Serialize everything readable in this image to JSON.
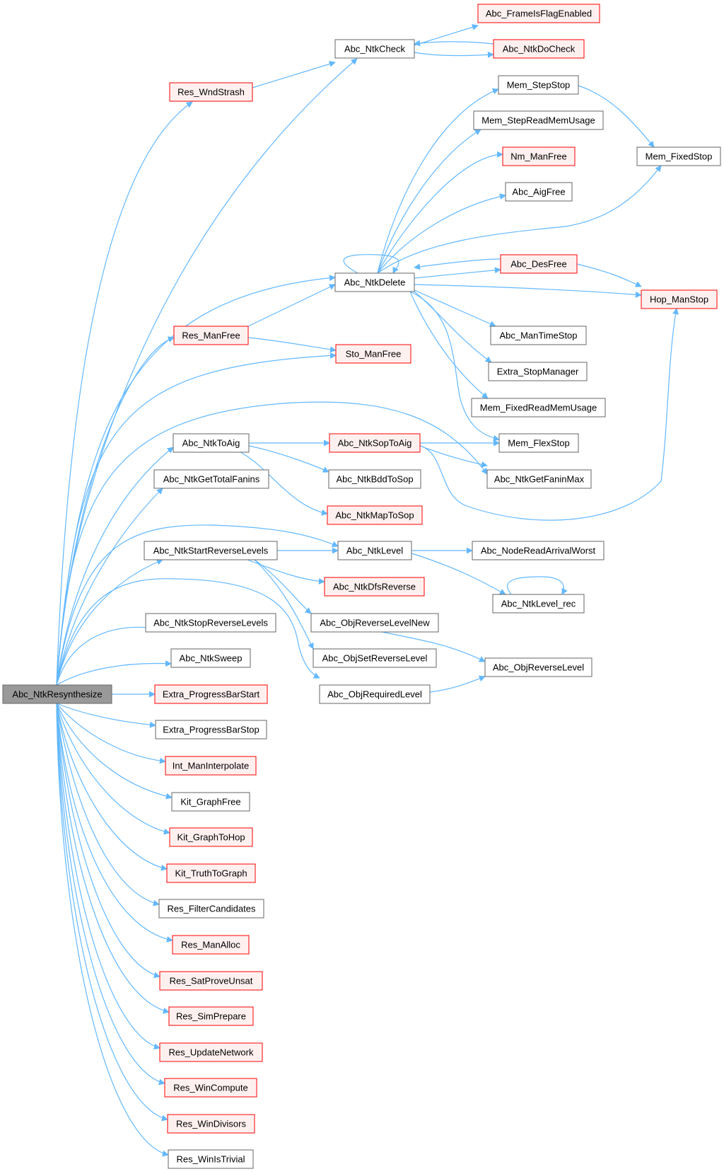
{
  "colors": {
    "edge": "#63b8ff",
    "root_fill": "#999999",
    "root_border": "#666666",
    "plain_fill": "#ffffff",
    "plain_border": "#666666",
    "red_fill": "#fff0f0",
    "red_border": "#ff0000"
  },
  "nodes": [
    {
      "id": "Abc_NtkResynthesize",
      "label": "Abc_NtkResynthesize",
      "style": "root"
    },
    {
      "id": "Abc_FrameIsFlagEnabled",
      "label": "Abc_FrameIsFlagEnabled",
      "style": "red"
    },
    {
      "id": "Abc_NtkCheck",
      "label": "Abc_NtkCheck",
      "style": "plain"
    },
    {
      "id": "Abc_NtkDoCheck",
      "label": "Abc_NtkDoCheck",
      "style": "red"
    },
    {
      "id": "Res_WndStrash",
      "label": "Res_WndStrash",
      "style": "red"
    },
    {
      "id": "Mem_StepStop",
      "label": "Mem_StepStop",
      "style": "plain"
    },
    {
      "id": "Mem_StepReadMemUsage",
      "label": "Mem_StepReadMemUsage",
      "style": "plain"
    },
    {
      "id": "Mem_FixedStop",
      "label": "Mem_FixedStop",
      "style": "plain"
    },
    {
      "id": "Nm_ManFree",
      "label": "Nm_ManFree",
      "style": "red"
    },
    {
      "id": "Abc_AigFree",
      "label": "Abc_AigFree",
      "style": "plain"
    },
    {
      "id": "Abc_DesFree",
      "label": "Abc_DesFree",
      "style": "red"
    },
    {
      "id": "Abc_NtkDelete",
      "label": "Abc_NtkDelete",
      "style": "plain"
    },
    {
      "id": "Hop_ManStop",
      "label": "Hop_ManStop",
      "style": "red"
    },
    {
      "id": "Res_ManFree",
      "label": "Res_ManFree",
      "style": "red"
    },
    {
      "id": "Abc_ManTimeStop",
      "label": "Abc_ManTimeStop",
      "style": "plain"
    },
    {
      "id": "Sto_ManFree",
      "label": "Sto_ManFree",
      "style": "red"
    },
    {
      "id": "Extra_StopManager",
      "label": "Extra_StopManager",
      "style": "plain"
    },
    {
      "id": "Mem_FixedReadMemUsage",
      "label": "Mem_FixedReadMemUsage",
      "style": "plain"
    },
    {
      "id": "Abc_NtkToAig",
      "label": "Abc_NtkToAig",
      "style": "plain"
    },
    {
      "id": "Abc_NtkSopToAig",
      "label": "Abc_NtkSopToAig",
      "style": "red"
    },
    {
      "id": "Mem_FlexStop",
      "label": "Mem_FlexStop",
      "style": "plain"
    },
    {
      "id": "Abc_NtkGetTotalFanins",
      "label": "Abc_NtkGetTotalFanins",
      "style": "plain"
    },
    {
      "id": "Abc_NtkBddToSop",
      "label": "Abc_NtkBddToSop",
      "style": "plain"
    },
    {
      "id": "Abc_NtkGetFaninMax",
      "label": "Abc_NtkGetFaninMax",
      "style": "plain"
    },
    {
      "id": "Abc_NtkMapToSop",
      "label": "Abc_NtkMapToSop",
      "style": "red"
    },
    {
      "id": "Abc_NtkStartReverseLevels",
      "label": "Abc_NtkStartReverseLevels",
      "style": "plain"
    },
    {
      "id": "Abc_NtkLevel",
      "label": "Abc_NtkLevel",
      "style": "plain"
    },
    {
      "id": "Abc_NodeReadArrivalWorst",
      "label": "Abc_NodeReadArrivalWorst",
      "style": "plain"
    },
    {
      "id": "Abc_NtkDfsReverse",
      "label": "Abc_NtkDfsReverse",
      "style": "red"
    },
    {
      "id": "Abc_NtkLevel_rec",
      "label": "Abc_NtkLevel_rec",
      "style": "plain"
    },
    {
      "id": "Abc_NtkStopReverseLevels",
      "label": "Abc_NtkStopReverseLevels",
      "style": "plain"
    },
    {
      "id": "Abc_ObjReverseLevelNew",
      "label": "Abc_ObjReverseLevelNew",
      "style": "plain"
    },
    {
      "id": "Abc_NtkSweep",
      "label": "Abc_NtkSweep",
      "style": "plain"
    },
    {
      "id": "Abc_ObjSetReverseLevel",
      "label": "Abc_ObjSetReverseLevel",
      "style": "plain"
    },
    {
      "id": "Abc_ObjReverseLevel",
      "label": "Abc_ObjReverseLevel",
      "style": "plain"
    },
    {
      "id": "Extra_ProgressBarStart",
      "label": "Extra_ProgressBarStart",
      "style": "red"
    },
    {
      "id": "Abc_ObjRequiredLevel",
      "label": "Abc_ObjRequiredLevel",
      "style": "plain"
    },
    {
      "id": "Extra_ProgressBarStop",
      "label": "Extra_ProgressBarStop",
      "style": "plain"
    },
    {
      "id": "Int_ManInterpolate",
      "label": "Int_ManInterpolate",
      "style": "red"
    },
    {
      "id": "Kit_GraphFree",
      "label": "Kit_GraphFree",
      "style": "plain"
    },
    {
      "id": "Kit_GraphToHop",
      "label": "Kit_GraphToHop",
      "style": "red"
    },
    {
      "id": "Kit_TruthToGraph",
      "label": "Kit_TruthToGraph",
      "style": "red"
    },
    {
      "id": "Res_FilterCandidates",
      "label": "Res_FilterCandidates",
      "style": "plain"
    },
    {
      "id": "Res_ManAlloc",
      "label": "Res_ManAlloc",
      "style": "red"
    },
    {
      "id": "Res_SatProveUnsat",
      "label": "Res_SatProveUnsat",
      "style": "red"
    },
    {
      "id": "Res_SimPrepare",
      "label": "Res_SimPrepare",
      "style": "red"
    },
    {
      "id": "Res_UpdateNetwork",
      "label": "Res_UpdateNetwork",
      "style": "red"
    },
    {
      "id": "Res_WinCompute",
      "label": "Res_WinCompute",
      "style": "red"
    },
    {
      "id": "Res_WinDivisors",
      "label": "Res_WinDivisors",
      "style": "red"
    },
    {
      "id": "Res_WinIsTrivial",
      "label": "Res_WinIsTrivial",
      "style": "plain"
    }
  ]
}
